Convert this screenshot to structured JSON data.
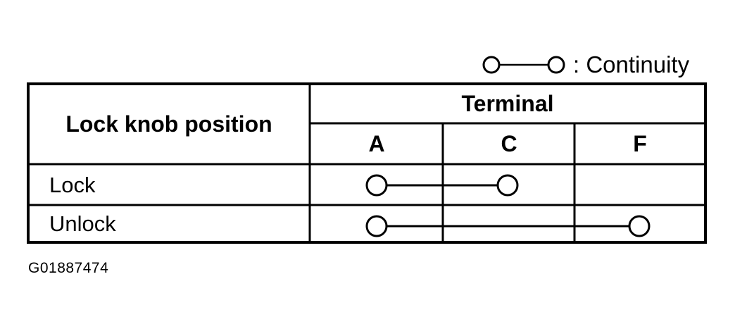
{
  "legend": {
    "symbol": "circle-line-circle",
    "label": ": Continuity"
  },
  "table": {
    "header_position": "Lock knob position",
    "header_terminal": "Terminal",
    "terminals": [
      "A",
      "C",
      "F"
    ],
    "rows": [
      {
        "label": "Lock",
        "continuity": [
          "A",
          "C"
        ]
      },
      {
        "label": "Unlock",
        "continuity": [
          "A",
          "F"
        ]
      }
    ]
  },
  "figure_code": "G01887474"
}
